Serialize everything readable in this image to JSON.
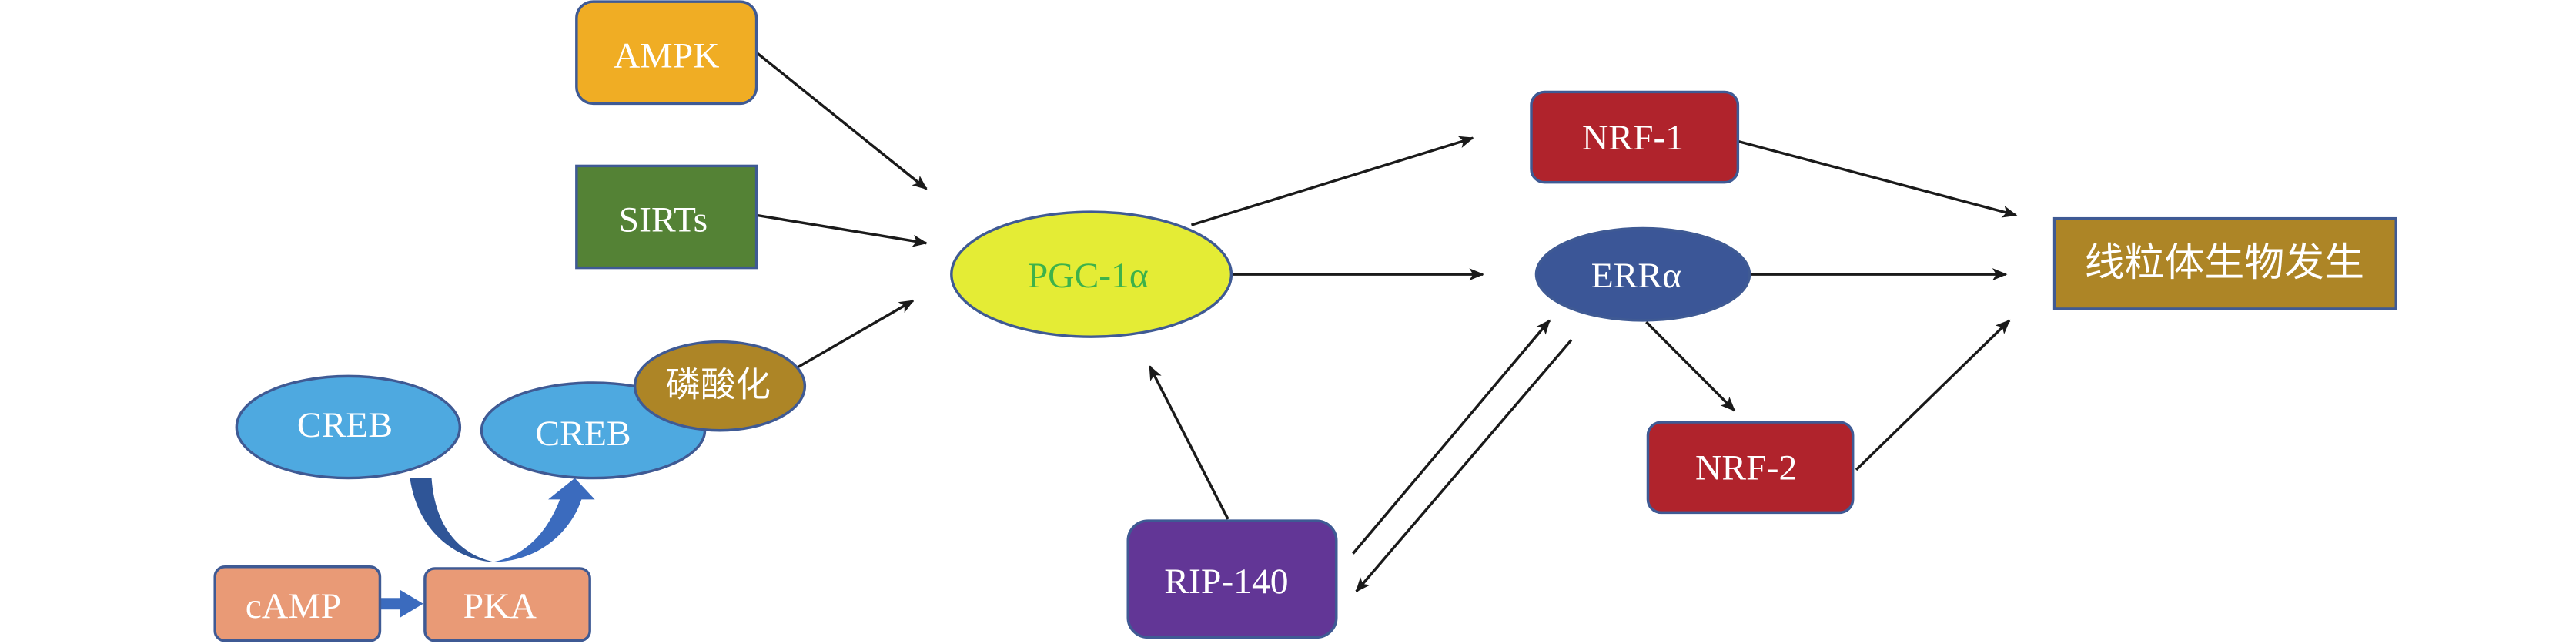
{
  "diagram": {
    "type": "signaling-pathway",
    "nodes": {
      "ampk": {
        "label": "AMPK",
        "color": "#F0AD24",
        "text_color": "#FFFFFF"
      },
      "sirts": {
        "label": "SIRTs",
        "color": "#548235",
        "text_color": "#FFFFFF"
      },
      "creb_a": {
        "label": "CREB",
        "color": "#4EA9E0",
        "text_color": "#FFFFFF"
      },
      "creb_b": {
        "label": "CREB",
        "color": "#4EA9E0",
        "text_color": "#FFFFFF"
      },
      "phosphorylation": {
        "label": "磷酸化",
        "color": "#AD8526",
        "text_color": "#FFFFFF"
      },
      "camp": {
        "label": "cAMP",
        "color": "#E99A76",
        "text_color": "#FFFFFF"
      },
      "pka": {
        "label": "PKA",
        "color": "#E99A76",
        "text_color": "#FFFFFF"
      },
      "pgc1a": {
        "label": "PGC-1α",
        "color": "#E4EC35",
        "text_color": "#3DB24A"
      },
      "nrf1": {
        "label": "NRF-1",
        "color": "#B0232C",
        "text_color": "#FFFFFF"
      },
      "erra": {
        "label": "ERRα",
        "color": "#3B5697",
        "text_color": "#FFFFFF"
      },
      "nrf2": {
        "label": "NRF-2",
        "color": "#B0232C",
        "text_color": "#FFFFFF"
      },
      "mito_biogenesis": {
        "label": "线粒体生物发生",
        "color": "#AD8526",
        "text_color": "#FFFFFF"
      },
      "rip140": {
        "label": "RIP-140",
        "color": "#623696",
        "text_color": "#FFFFFF"
      }
    },
    "edges": [
      {
        "from": "AMPK",
        "to": "PGC-1α"
      },
      {
        "from": "SIRTs",
        "to": "PGC-1α"
      },
      {
        "from": "磷酸化",
        "to": "PGC-1α"
      },
      {
        "from": "cAMP",
        "to": "PKA"
      },
      {
        "from": "CREB",
        "to": "CREB (磷酸化)",
        "via": "PKA"
      },
      {
        "from": "PGC-1α",
        "to": "NRF-1"
      },
      {
        "from": "PGC-1α",
        "to": "ERRα"
      },
      {
        "from": "NRF-1",
        "to": "线粒体生物发生"
      },
      {
        "from": "ERRα",
        "to": "线粒体生物发生"
      },
      {
        "from": "ERRα",
        "to": "NRF-2"
      },
      {
        "from": "NRF-2",
        "to": "线粒体生物发生"
      },
      {
        "from": "RIP-140",
        "to": "PGC-1α"
      },
      {
        "from": "RIP-140",
        "to": "ERRα"
      },
      {
        "from": "ERRα",
        "to": "RIP-140"
      }
    ]
  }
}
